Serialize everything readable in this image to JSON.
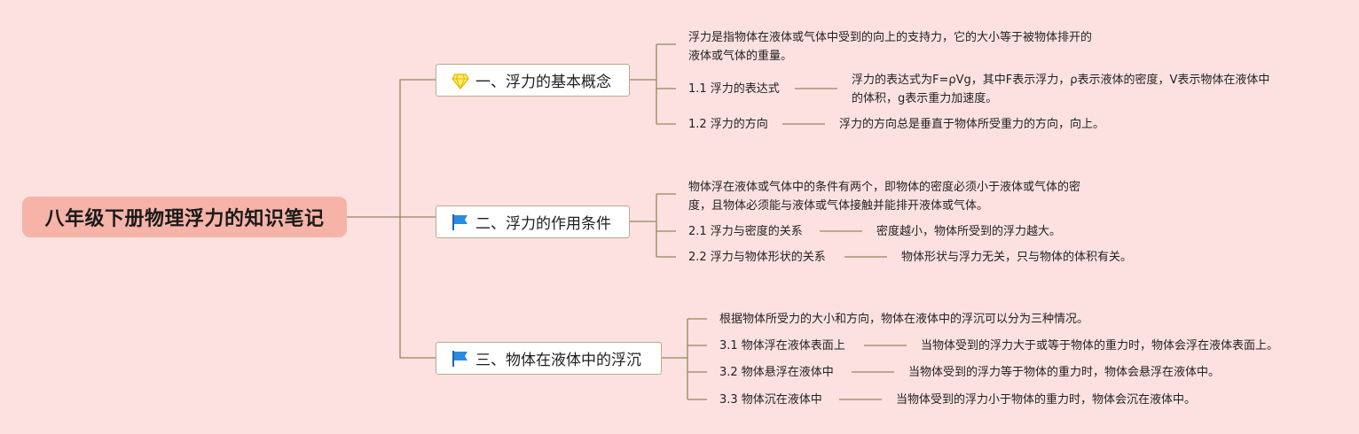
{
  "title": "八年级下册物理浮力的知识笔记",
  "branches": [
    {
      "label": "一、浮力的基本概念",
      "icon": "diamond-icon",
      "summary": [
        "浮力是指物体在液体或气体中受到的向上的支持力，它的大小等于被物体排开的",
        "液体或气体的重量。"
      ],
      "items": [
        {
          "label": "1.1 浮力的表达式",
          "detail": [
            "浮力的表达式为F=ρVg，其中F表示浮力，ρ表示液体的密度，V表示物体在液体中",
            "的体积，g表示重力加速度。"
          ]
        },
        {
          "label": "1.2 浮力的方向",
          "detail": [
            "浮力的方向总是垂直于物体所受重力的方向，向上。"
          ]
        }
      ]
    },
    {
      "label": "二、浮力的作用条件",
      "icon": "flag-icon",
      "summary": [
        "物体浮在液体或气体中的条件有两个，即物体的密度必须小于液体或气体的密",
        "度，且物体必须能与液体或气体接触并能排开液体或气体。"
      ],
      "items": [
        {
          "label": "2.1 浮力与密度的关系",
          "detail": [
            "密度越小，物体所受到的浮力越大。"
          ]
        },
        {
          "label": "2.2 浮力与物体形状的关系",
          "detail": [
            "物体形状与浮力无关，只与物体的体积有关。"
          ]
        }
      ]
    },
    {
      "label": "三、物体在液体中的浮沉",
      "icon": "flag-icon",
      "summary": [
        "根据物体所受力的大小和方向，物体在液体中的浮沉可以分为三种情况。"
      ],
      "items": [
        {
          "label": "3.1 物体浮在液体表面上",
          "detail": [
            "当物体受到的浮力大于或等于物体的重力时，物体会浮在液体表面上。"
          ]
        },
        {
          "label": "3.2 物体悬浮在液体中",
          "detail": [
            "当物体受到的浮力等于物体的重力时，物体会悬浮在液体中。"
          ]
        },
        {
          "label": "3.3 物体沉在液体中",
          "detail": [
            "当物体受到的浮力小于物体的重力时，物体会沉在液体中。"
          ]
        }
      ]
    }
  ]
}
